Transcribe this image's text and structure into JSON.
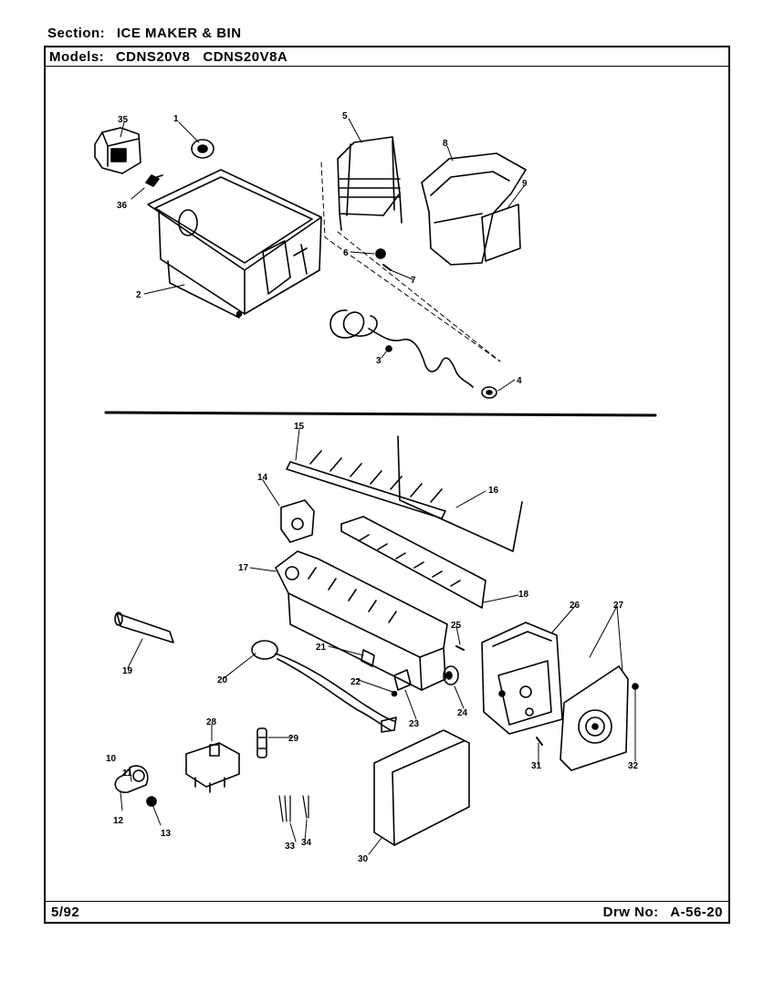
{
  "header": {
    "section_label": "Section:",
    "section_value": "ICE MAKER & BIN",
    "models_label": "Models:",
    "models_value": "CDNS20V8   CDNS20V8A"
  },
  "footer": {
    "date": "5/92",
    "drawing_label": "Drw No:",
    "drawing_number": "A-56-20"
  },
  "callouts": {
    "c1": "1",
    "c2": "2",
    "c3": "3",
    "c4": "4",
    "c5": "5",
    "c6": "6",
    "c7": "7",
    "c8": "8",
    "c9": "9",
    "c10": "10",
    "c11": "11",
    "c12": "12",
    "c13": "13",
    "c14": "14",
    "c15": "15",
    "c16": "16",
    "c17": "17",
    "c18": "18",
    "c19": "19",
    "c20": "20",
    "c21": "21",
    "c22": "22",
    "c23": "23",
    "c24": "24",
    "c25": "25",
    "c26": "26",
    "c27": "27",
    "c28": "28",
    "c29": "29",
    "c30": "30",
    "c31": "31",
    "c32": "32",
    "c33": "33",
    "c34": "34",
    "c35": "35",
    "c36": "36"
  }
}
